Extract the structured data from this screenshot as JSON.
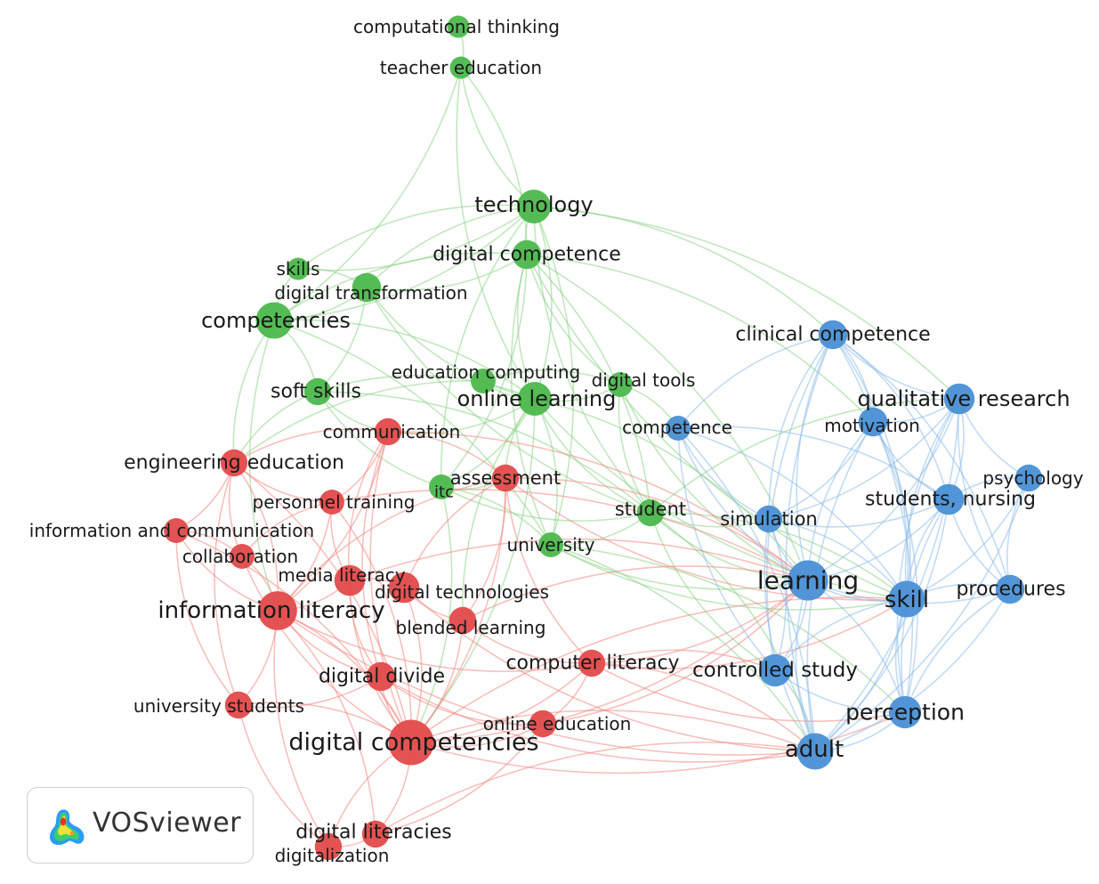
{
  "app": {
    "name": "VOSviewer"
  },
  "colors": {
    "red": "#e34a4a",
    "green": "#4cb84c",
    "blue": "#4a90d6",
    "edge_red": "#ee8c86",
    "edge_green": "#8fd48a",
    "edge_blue": "#8fbde8"
  },
  "network": {
    "nodes": [
      {
        "id": "computational_thinking",
        "label": "computational thinking",
        "cluster": "green",
        "weight": 1
      },
      {
        "id": "teacher_education",
        "label": "teacher education",
        "cluster": "green",
        "weight": 1
      },
      {
        "id": "technology",
        "label": "technology",
        "cluster": "green",
        "weight": 4
      },
      {
        "id": "digital_competence",
        "label": "digital competence",
        "cluster": "green",
        "weight": 2.5
      },
      {
        "id": "skills",
        "label": "skills",
        "cluster": "green",
        "weight": 1
      },
      {
        "id": "digital_transformation",
        "label": "digital transformation",
        "cluster": "green",
        "weight": 2.5
      },
      {
        "id": "competencies",
        "label": "competencies",
        "cluster": "green",
        "weight": 5
      },
      {
        "id": "soft_skills",
        "label": "soft skills",
        "cluster": "green",
        "weight": 2
      },
      {
        "id": "education_computing",
        "label": "education computing",
        "cluster": "green",
        "weight": 1.5
      },
      {
        "id": "online_learning",
        "label": "online learning",
        "cluster": "green",
        "weight": 4
      },
      {
        "id": "digital_tools",
        "label": "digital tools",
        "cluster": "green",
        "weight": 1.5
      },
      {
        "id": "itc",
        "label": "itc",
        "cluster": "green",
        "weight": 1.5
      },
      {
        "id": "student",
        "label": "student",
        "cluster": "green",
        "weight": 2
      },
      {
        "id": "university",
        "label": "university",
        "cluster": "green",
        "weight": 1.5
      },
      {
        "id": "communication",
        "label": "communication",
        "cluster": "red",
        "weight": 2
      },
      {
        "id": "engineering_education",
        "label": "engineering education",
        "cluster": "red",
        "weight": 2
      },
      {
        "id": "assessment",
        "label": "assessment",
        "cluster": "red",
        "weight": 2
      },
      {
        "id": "personnel_training",
        "label": "personnel training",
        "cluster": "red",
        "weight": 1.5
      },
      {
        "id": "information_and_communication",
        "label": "information and communication",
        "cluster": "red",
        "weight": 1.5
      },
      {
        "id": "collaboration",
        "label": "collaboration",
        "cluster": "red",
        "weight": 1.5
      },
      {
        "id": "media_literacy",
        "label": "media literacy",
        "cluster": "red",
        "weight": 3
      },
      {
        "id": "digital_technologies",
        "label": "digital technologies",
        "cluster": "red",
        "weight": 3
      },
      {
        "id": "information_literacy",
        "label": "information literacy",
        "cluster": "red",
        "weight": 6
      },
      {
        "id": "blended_learning",
        "label": "blended learning",
        "cluster": "red",
        "weight": 2
      },
      {
        "id": "computer_literacy",
        "label": "computer literacy",
        "cluster": "red",
        "weight": 2
      },
      {
        "id": "digital_divide",
        "label": "digital divide",
        "cluster": "red",
        "weight": 2.5
      },
      {
        "id": "university_students",
        "label": "university students",
        "cluster": "red",
        "weight": 2
      },
      {
        "id": "online_education",
        "label": "online education",
        "cluster": "red",
        "weight": 2
      },
      {
        "id": "digital_competencies",
        "label": "digital competencies",
        "cluster": "red",
        "weight": 9
      },
      {
        "id": "digital_literacies",
        "label": "digital literacies",
        "cluster": "red",
        "weight": 2
      },
      {
        "id": "digitalization",
        "label": "digitalization",
        "cluster": "red",
        "weight": 2
      },
      {
        "id": "clinical_competence",
        "label": "clinical competence",
        "cluster": "blue",
        "weight": 2.5
      },
      {
        "id": "qualitative_research",
        "label": "qualitative research",
        "cluster": "blue",
        "weight": 3
      },
      {
        "id": "competence",
        "label": "competence",
        "cluster": "blue",
        "weight": 1.5
      },
      {
        "id": "motivation",
        "label": "motivation",
        "cluster": "blue",
        "weight": 2.5
      },
      {
        "id": "psychology",
        "label": "psychology",
        "cluster": "blue",
        "weight": 2
      },
      {
        "id": "students_nursing",
        "label": "students, nursing",
        "cluster": "blue",
        "weight": 3
      },
      {
        "id": "simulation",
        "label": "simulation",
        "cluster": "blue",
        "weight": 2
      },
      {
        "id": "learning",
        "label": "learning",
        "cluster": "blue",
        "weight": 6.5
      },
      {
        "id": "skill",
        "label": "skill",
        "cluster": "blue",
        "weight": 5
      },
      {
        "id": "procedures",
        "label": "procedures",
        "cluster": "blue",
        "weight": 2.5
      },
      {
        "id": "controlled_study",
        "label": "controlled study",
        "cluster": "blue",
        "weight": 3.5
      },
      {
        "id": "perception",
        "label": "perception",
        "cluster": "blue",
        "weight": 3.5
      },
      {
        "id": "adult",
        "label": "adult",
        "cluster": "blue",
        "weight": 5
      }
    ]
  }
}
